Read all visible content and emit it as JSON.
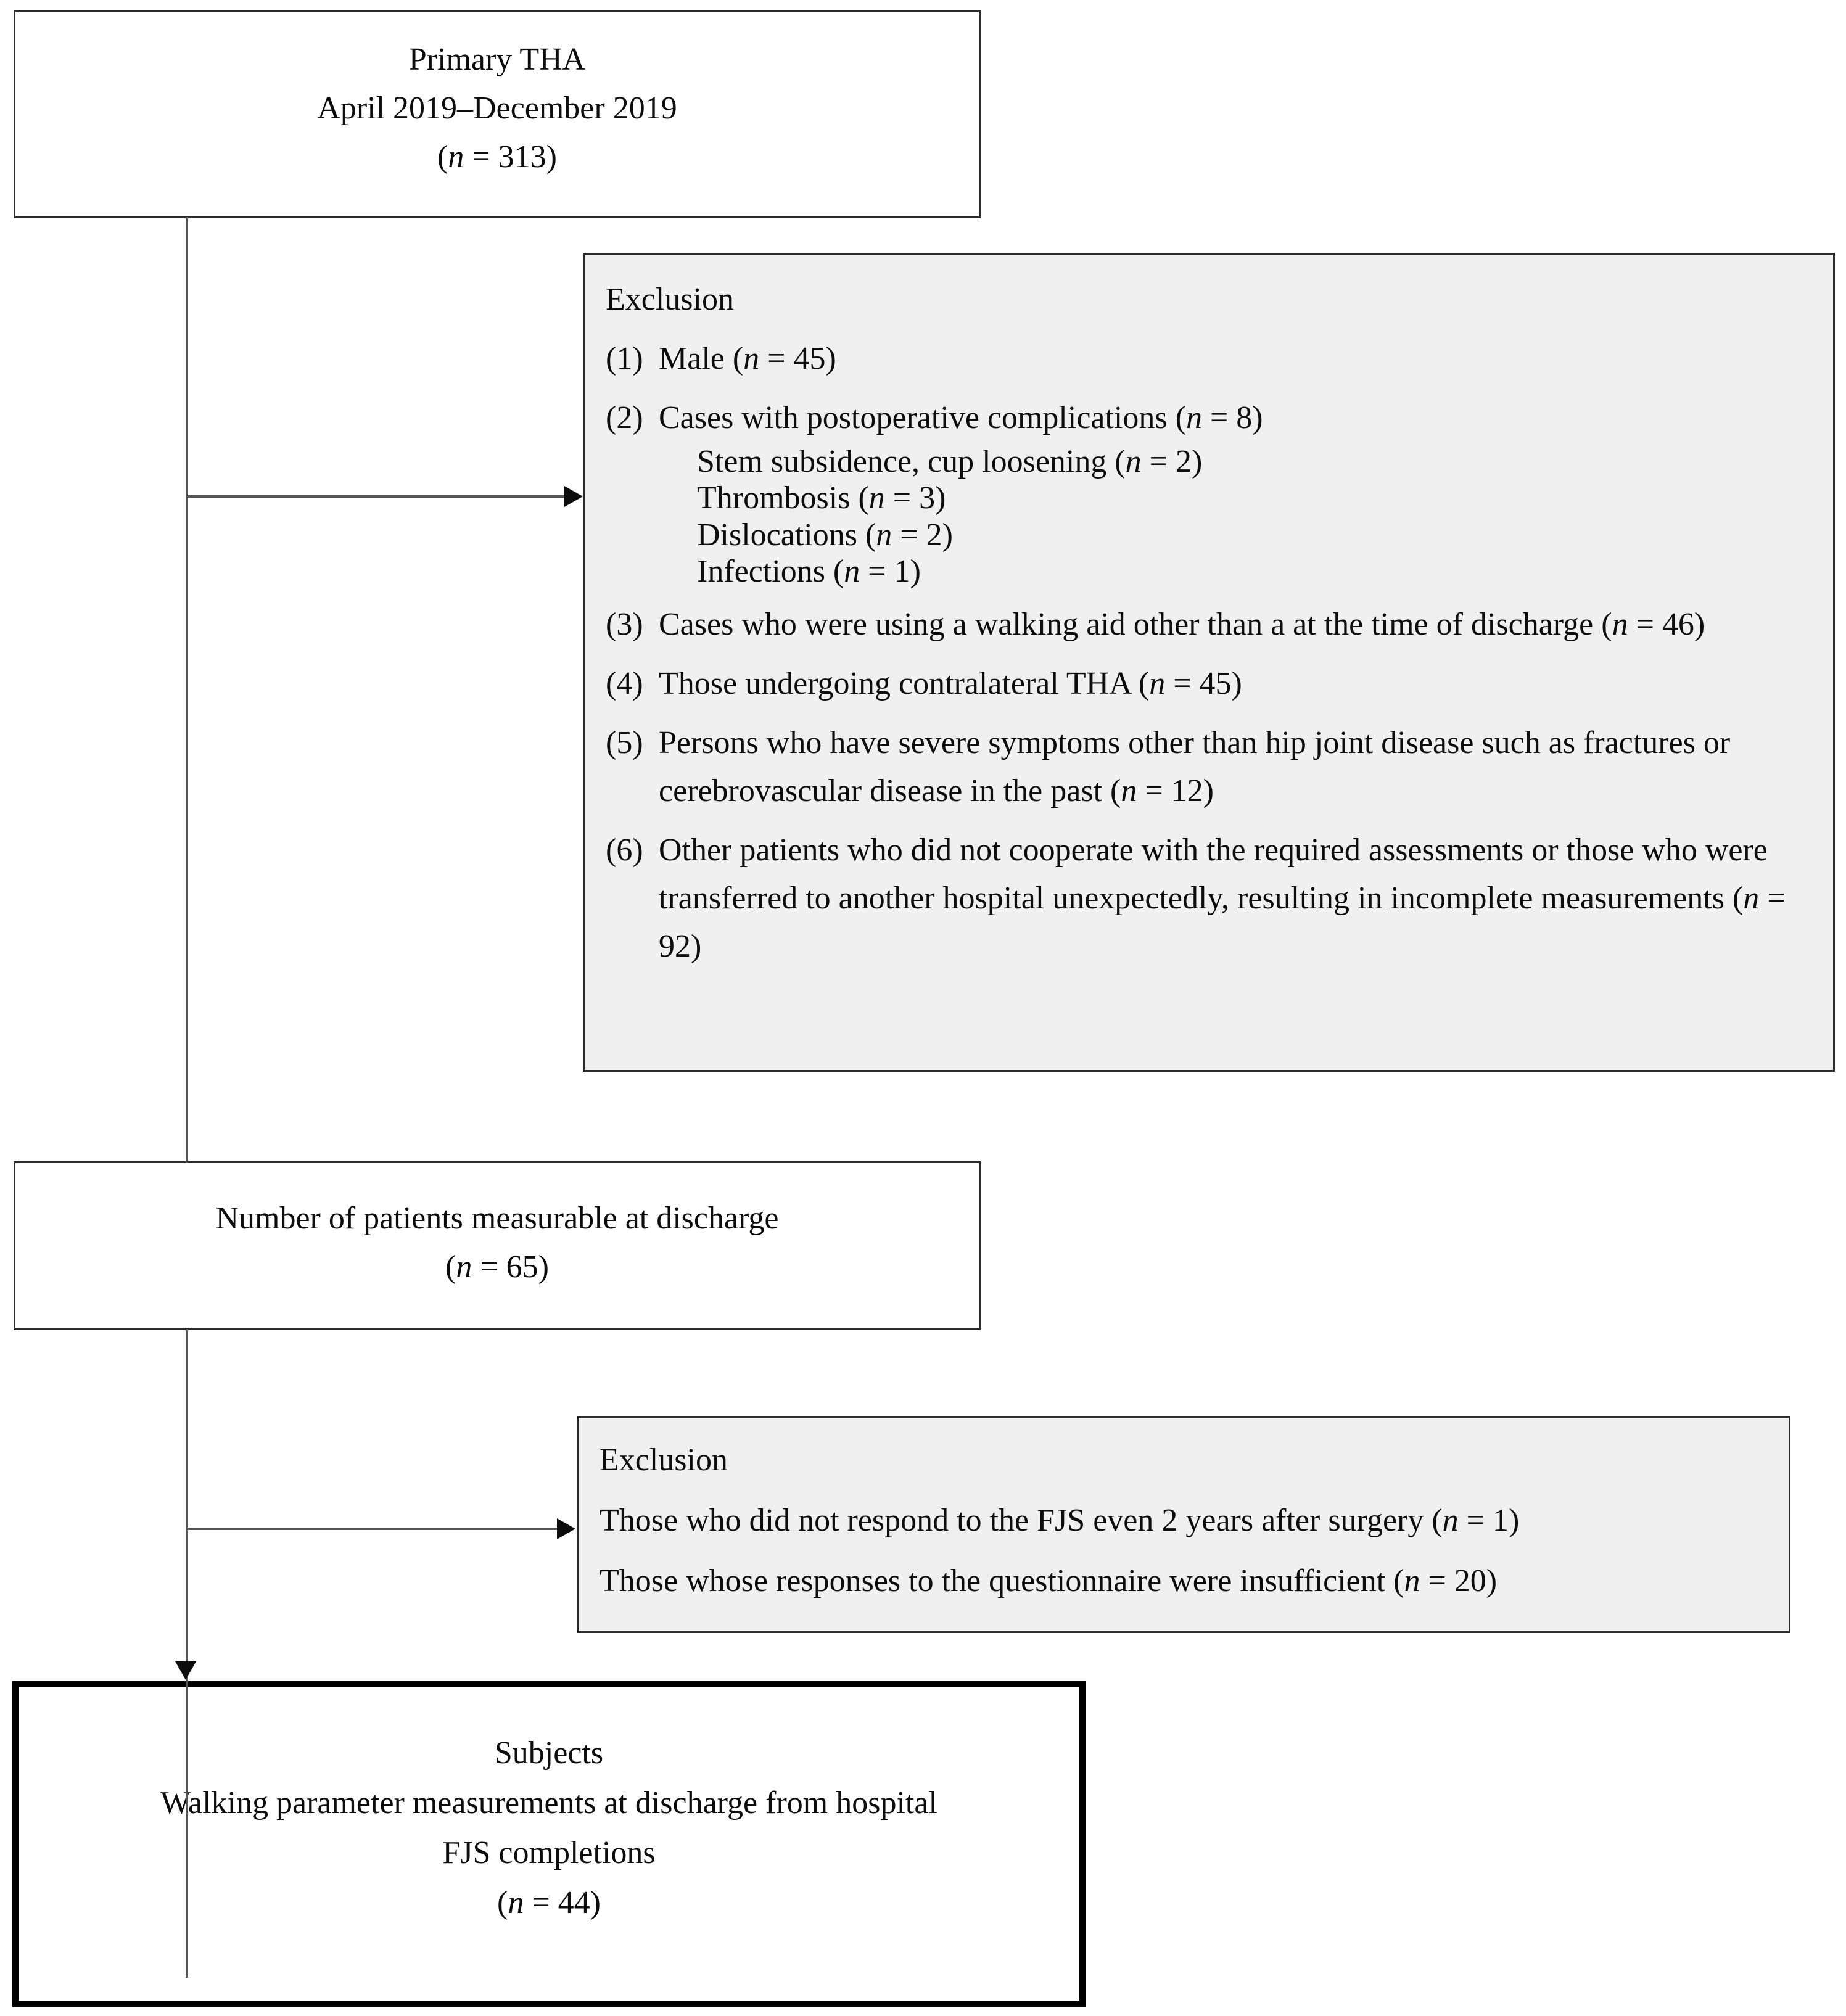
{
  "flowchart": {
    "primary_box": {
      "line1": "Primary THA",
      "line2": "April 2019–December 2019",
      "line3_prefix": "(",
      "line3_n": "n",
      "line3_suffix": " = 313)"
    },
    "exclusion_1": {
      "heading": "Exclusion",
      "items": [
        {
          "marker": "(1)",
          "text_before": "Male (",
          "n": "n",
          "text_after": " = 45)"
        },
        {
          "marker": "(2)",
          "text_before": "Cases with postoperative complications (",
          "n": "n",
          "text_after": " = 8)",
          "subitems": [
            {
              "text_before": "Stem subsidence, cup loosening (",
              "n": "n",
              "text_after": " = 2)"
            },
            {
              "text_before": "Thrombosis (",
              "n": "n",
              "text_after": " = 3)"
            },
            {
              "text_before": "Dislocations (",
              "n": "n",
              "text_after": " = 2)"
            },
            {
              "text_before": "Infections (",
              "n": "n",
              "text_after": " = 1)"
            }
          ]
        },
        {
          "marker": "(3)",
          "text_before": "Cases who were using a walking aid other than a at the  time of discharge (",
          "n": "n",
          "text_after": " = 46)"
        },
        {
          "marker": "(4)",
          "text_before": "Those undergoing contralateral THA (",
          "n": "n",
          "text_after": " = 45)"
        },
        {
          "marker": "(5)",
          "text_before": "Persons who have severe symptoms other than hip joint disease such as fractures or cerebrovascular disease in the past (",
          "n": "n",
          "text_after": " = 12)"
        },
        {
          "marker": "(6)",
          "text_before": "Other patients who did not cooperate with the required assessments or those who were transferred to another hospital unexpectedly, resulting in incomplete measurements (",
          "n": "n",
          "text_after": " = 92)"
        }
      ]
    },
    "measurable_box": {
      "line1": "Number of patients measurable at discharge",
      "line2_prefix": "(",
      "line2_n": "n",
      "line2_suffix": " = 65)"
    },
    "exclusion_2": {
      "heading": "Exclusion",
      "rows": [
        {
          "text_before": "Those who did not respond to the FJS even 2 years after surgery (",
          "n": "n",
          "text_after": " = 1)"
        },
        {
          "text_before": "Those whose responses to the questionnaire were insufficient (",
          "n": "n",
          "text_after": " = 20)"
        }
      ]
    },
    "subjects_box": {
      "line1": "Subjects",
      "line2": "Walking parameter measurements at discharge from hospital",
      "line3": "FJS completions",
      "line4_prefix": "(",
      "line4_n": "n",
      "line4_suffix": " = 44)"
    },
    "colors": {
      "box_border": "#2b2b2b",
      "shaded_fill": "#f0f0f0",
      "connector": "#555555",
      "emphasis_border": "#000000"
    }
  }
}
